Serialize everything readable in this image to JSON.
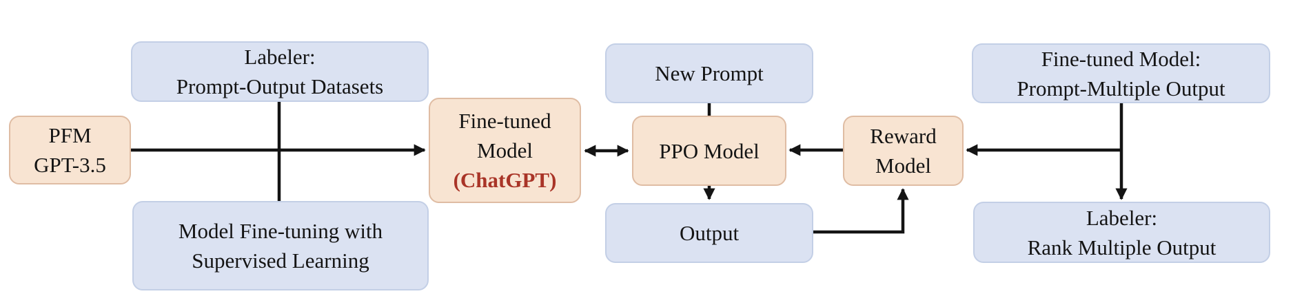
{
  "diagram_title": "ChatGPT RLHF training pipeline flowchart",
  "colors": {
    "background": "#ffffff",
    "box_blue": "#dbe2f2",
    "box_blue_border": "#c3cfe6",
    "box_peach": "#f8e4d2",
    "box_peach_border": "#dfbca3",
    "text": "#141414",
    "accent_red": "#a93427",
    "line": "#141414"
  },
  "nodes": {
    "pfm": {
      "lines": [
        "PFM",
        "GPT-3.5"
      ],
      "style": "peach"
    },
    "labeler_sft": {
      "lines": [
        "Labeler:",
        "Prompt-Output Datasets"
      ],
      "style": "blue"
    },
    "sft": {
      "lines": [
        "Model Fine-tuning with",
        "Supervised Learning"
      ],
      "style": "blue"
    },
    "finetuned": {
      "lines": [
        "Fine-tuned",
        "Model",
        "(ChatGPT)"
      ],
      "style": "peach",
      "highlight_line": "(ChatGPT)"
    },
    "new_prompt": {
      "lines": [
        "New Prompt"
      ],
      "style": "blue"
    },
    "ppo": {
      "lines": [
        "PPO Model"
      ],
      "style": "peach"
    },
    "output": {
      "lines": [
        "Output"
      ],
      "style": "blue"
    },
    "reward": {
      "lines": [
        "Reward",
        "Model"
      ],
      "style": "peach"
    },
    "ft_multi": {
      "lines": [
        "Fine-tuned Model:",
        "Prompt-Multiple Output"
      ],
      "style": "blue"
    },
    "labeler_rank": {
      "lines": [
        "Labeler:",
        "Rank Multiple Output"
      ],
      "style": "blue"
    }
  },
  "edges": [
    {
      "from": "pfm",
      "to": "finetuned",
      "arrow": "end"
    },
    {
      "from": "labeler_sft",
      "to": "sft",
      "arrow": "none"
    },
    {
      "from": "finetuned",
      "to": "ppo",
      "arrow": "both"
    },
    {
      "from": "new_prompt",
      "to": "ppo",
      "arrow": "none"
    },
    {
      "from": "ppo",
      "to": "output",
      "arrow": "end"
    },
    {
      "from": "reward",
      "to": "ppo",
      "arrow": "end"
    },
    {
      "from": "ft_multi",
      "to": "labeler_rank",
      "arrow": "end"
    },
    {
      "from": "ft_multi_branch",
      "to": "reward",
      "arrow": "end"
    },
    {
      "from": "output",
      "to": "reward",
      "arrow": "end",
      "shape": "elbow"
    }
  ]
}
